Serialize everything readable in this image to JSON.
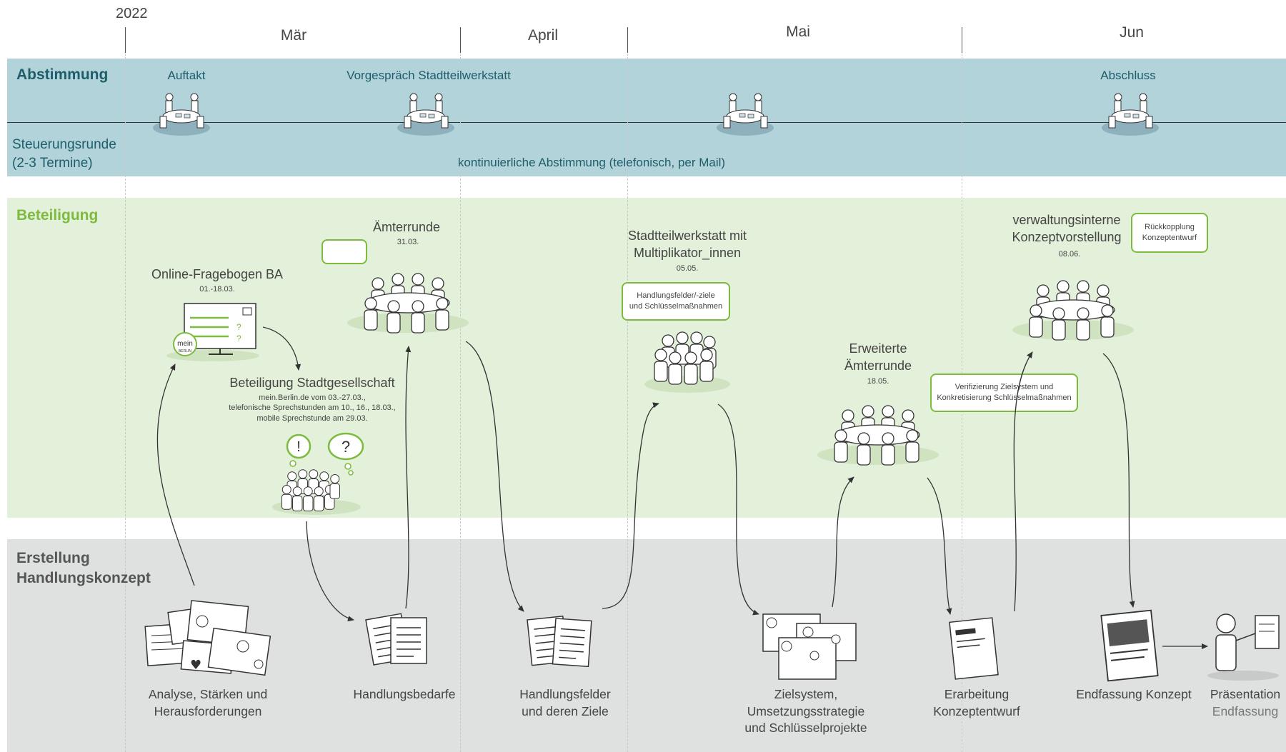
{
  "timeline": {
    "year": "2022",
    "months": [
      "Mär",
      "April",
      "Mai",
      "Jun"
    ]
  },
  "abstimmung": {
    "title": "Abstimmung",
    "sub_label_line1": "Steuerungsrunde",
    "sub_label_line2": "(2-3 Termine)",
    "meetings": [
      "Auftakt",
      "Vorgespräch Stadtteilwerkstatt",
      "Abschluss"
    ],
    "continuous": "kontinuierliche Abstimmung (telefonisch, per Mail)"
  },
  "beteiligung": {
    "title": "Beteiligung",
    "online": {
      "title": "Online-Fragebogen BA",
      "date": "01.-18.03.",
      "logo_line1": "mein",
      "logo_line2": "BERLIN"
    },
    "stadtgesellschaft": {
      "title": "Beteiligung Stadtgesellschaft",
      "line1": "mein.Berlin.de vom 03.-27.03.,",
      "line2": "telefonische Sprechstunden am 10., 16., 18.03.,",
      "line3": "mobile Sprechstunde am 29.03."
    },
    "aemterrunde": {
      "title": "Ämterrunde",
      "date": "31.03."
    },
    "werkstatt": {
      "title_line1": "Stadtteilwerkstatt mit",
      "title_line2": "Multiplikator_innen",
      "date": "05.05.",
      "bubble_line1": "Handlungsfelder/-ziele",
      "bubble_line2": "und Schlüsselmaßnahmen"
    },
    "erweiterte": {
      "title_line1": "Erweiterte",
      "title_line2": "Ämterrunde",
      "date": "18.05.",
      "bubble_line1": "Verifizierung Zielsystem und",
      "bubble_line2": "Konkretisierung Schlüsselmaßnahmen"
    },
    "verwaltung": {
      "title_line1": "verwaltungsinterne",
      "title_line2": "Konzeptvorstellung",
      "date": "08.06.",
      "bubble_line1": "Rückkopplung",
      "bubble_line2": "Konzeptentwurf"
    }
  },
  "erstellung": {
    "title_line1": "Erstellung",
    "title_line2": "Handlungskonzept",
    "deliverables": [
      {
        "line1": "Analyse, Stärken und",
        "line2": "Herausforderungen",
        "line3": ""
      },
      {
        "line1": "Handlungsbedarfe",
        "line2": "",
        "line3": ""
      },
      {
        "line1": "Handlungsfelder",
        "line2": "und deren Ziele",
        "line3": ""
      },
      {
        "line1": "Zielsystem,",
        "line2": "Umsetzungsstrategie",
        "line3": "und Schlüsselprojekte"
      },
      {
        "line1": "Erarbeitung",
        "line2": "Konzeptentwurf",
        "line3": ""
      },
      {
        "line1": "Endfassung Konzept",
        "line2": "",
        "line3": ""
      }
    ],
    "praesentation_line1": "Präsentation",
    "praesentation_line2": "Endfassung"
  },
  "colors": {
    "abstimmung_band": "#b2d3d9",
    "abstimmung_title": "#1e5d6b",
    "beteiligung_band": "#e3f0da",
    "beteiligung_title": "#7dbb3f",
    "erstellung_band": "#dfe1e0",
    "erstellung_title": "#555555",
    "bubble_border": "#7dbb3f"
  }
}
